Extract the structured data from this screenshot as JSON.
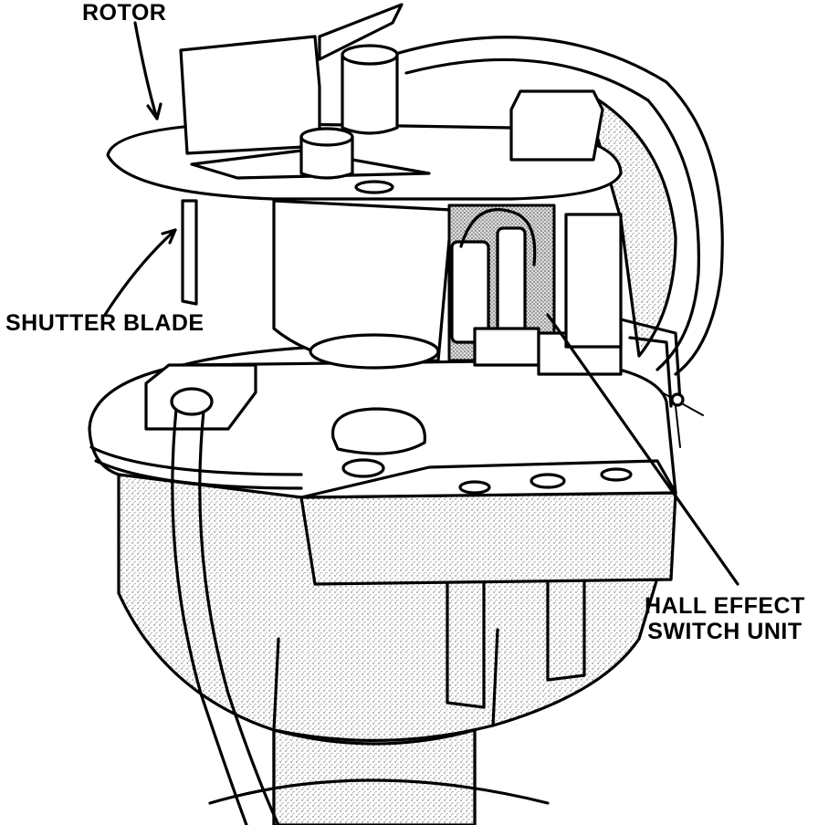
{
  "labels": {
    "rotor": "ROTOR",
    "shutter_blade": "SHUTTER BLADE",
    "hall_effect_line1": "HALL EFFECT",
    "hall_effect_line2": "SWITCH UNIT"
  },
  "colors": {
    "ink": "#000000",
    "paper": "#ffffff"
  }
}
